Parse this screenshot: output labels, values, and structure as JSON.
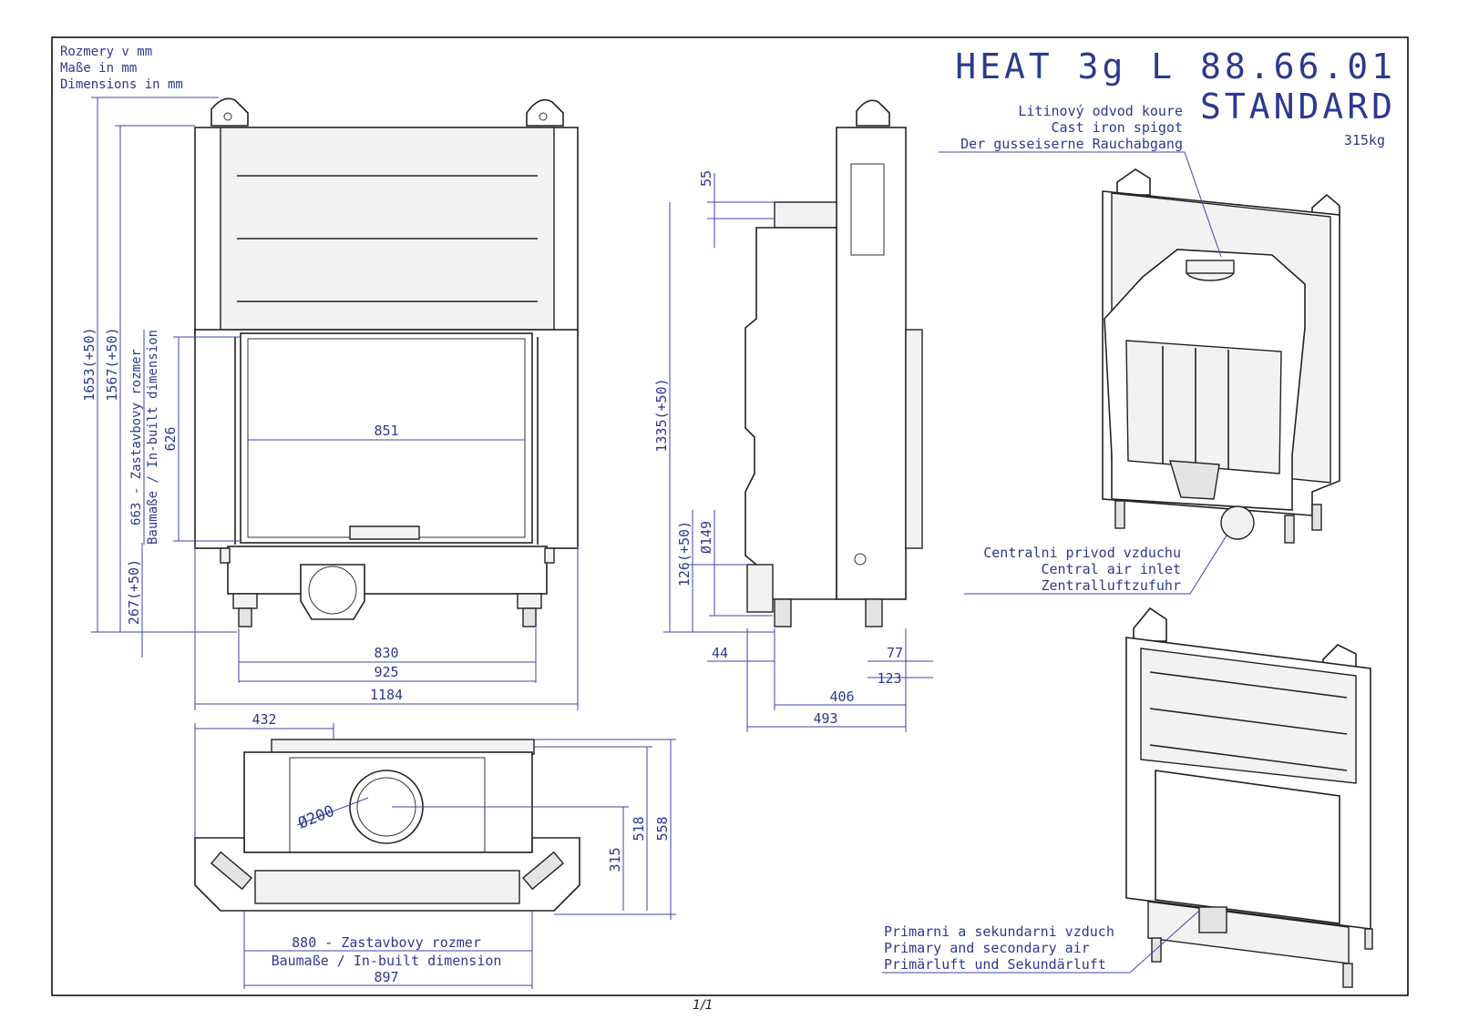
{
  "units": {
    "line1": "Rozmery v mm",
    "line2": "Maße in mm",
    "line3": "Dimensions in mm"
  },
  "title": {
    "model": "HEAT 3g L 88.66.01",
    "variant": "STANDARD",
    "weight": "315kg"
  },
  "front_view": {
    "height_total": "1653(+50)",
    "height_body": "1567(+50)",
    "installed_label_a": "663 - Zastavbovy rozmer",
    "installed_label_b": "Baumaße / In-built dimension",
    "window_height": "626",
    "base_height": "267(+50)",
    "window_width": "851",
    "width_830": "830",
    "width_925": "925",
    "width_1184": "1184"
  },
  "side_view": {
    "top_offset": "55",
    "height_1335": "1335(+50)",
    "height_126": "126(+50)",
    "inlet_diameter": "Ø149",
    "d44": "44",
    "d77": "77",
    "d123": "123",
    "d406": "406",
    "d493": "493"
  },
  "top_view": {
    "d432": "432",
    "flue_diameter": "Ø200",
    "d315": "315",
    "d518": "518",
    "d558": "558",
    "width_label_a": "880 - Zastavbovy rozmer",
    "width_label_b": "Baumaße / In-built dimension",
    "d897": "897"
  },
  "callouts": {
    "spigot": [
      "Litinový odvod koure",
      "Cast iron spigot",
      "Der gusseiserne Rauchabgang"
    ],
    "central_air": [
      "Centralni privod vzduchu",
      "Central air inlet",
      "Zentralluftzufuhr"
    ],
    "primary_air": [
      "Primarni a sekundarni vzduch",
      "Primary and secondary air",
      "Primärluft und Sekundärluft"
    ]
  },
  "page": "1/1",
  "colors": {
    "dimension": "#2b3a8f",
    "ink": "#222222",
    "frame": "#000000"
  }
}
